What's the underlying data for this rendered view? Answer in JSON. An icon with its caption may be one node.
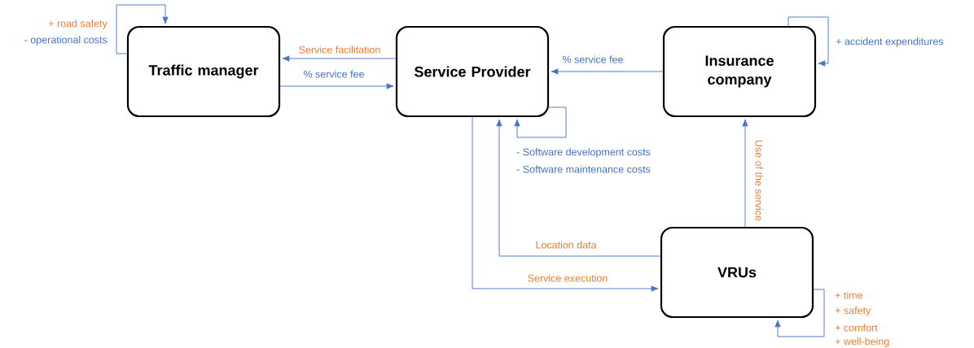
{
  "diagram": {
    "nodes": [
      {
        "text": [
          "Traffic manager"
        ],
        "beside": [
          "+ road safety",
          "- operational costs"
        ]
      },
      {
        "text": [
          "Service Provider"
        ],
        "beside": [
          "- Software development costs",
          "- Software maintenance costs"
        ]
      },
      {
        "text": [
          "Insurance company"
        ],
        "beside": [
          "+ accident expenditures"
        ]
      },
      {
        "text": [
          "VRUs"
        ],
        "beside": [
          "+ time",
          "+ safety",
          "+ comfort",
          "+ well-being"
        ]
      }
    ],
    "edges": [
      {
        "from": 1,
        "to": 0,
        "arrow": "to",
        "label": "Service facilitation"
      },
      {
        "from": 0,
        "to": 1,
        "arrow": "to",
        "label": "% service fee"
      },
      {
        "from": 2,
        "to": 1,
        "arrow": "to",
        "label": "% service fee"
      },
      {
        "from": 3,
        "to": 2,
        "arrow": "to",
        "label": "Use of the service"
      },
      {
        "from": 3,
        "to": 1,
        "arrow": "to",
        "label": "Location data"
      },
      {
        "from": 1,
        "to": 3,
        "arrow": "to",
        "label": "Service execution"
      },
      {
        "from": 0,
        "to": 0,
        "arrow": "to"
      },
      {
        "from": 1,
        "to": 1,
        "arrow": "to"
      },
      {
        "from": 2,
        "to": 2,
        "arrow": "to"
      },
      {
        "from": 3,
        "to": 3,
        "arrow": "to"
      }
    ]
  }
}
